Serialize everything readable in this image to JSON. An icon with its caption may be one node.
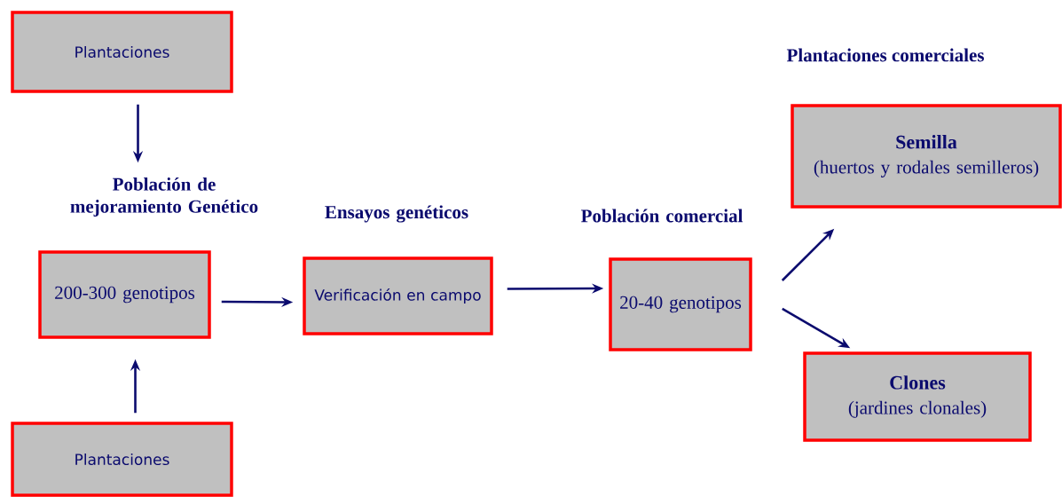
{
  "diagram": {
    "nodes": [
      {
        "text": [
          "Plantaciones"
        ]
      },
      {
        "text": [
          "Población de mejoramiento Genético",
          "200-300 genotipos"
        ]
      },
      {
        "text": [
          "Ensayos genéticos",
          "Verificación en campo"
        ]
      },
      {
        "text": [
          "Población comercial",
          "20-40 genotipos"
        ]
      },
      {
        "text": [
          "Semilla",
          "(huertos y rodales semilleros)"
        ]
      },
      {
        "text": [
          "Clones",
          "(jardines clonales)"
        ]
      },
      {
        "text": [
          "Plantaciones"
        ]
      }
    ],
    "edges": [
      {
        "from": 0,
        "to": 1,
        "arrow": "to"
      },
      {
        "from": 6,
        "to": 1,
        "arrow": "to"
      },
      {
        "from": 1,
        "to": 2,
        "arrow": "to"
      },
      {
        "from": 2,
        "to": 3,
        "arrow": "to"
      },
      {
        "from": 3,
        "to": 4,
        "arrow": "to"
      },
      {
        "from": 3,
        "to": 5,
        "arrow": "to"
      }
    ],
    "labels": [
      "Plantaciones comerciales"
    ]
  }
}
